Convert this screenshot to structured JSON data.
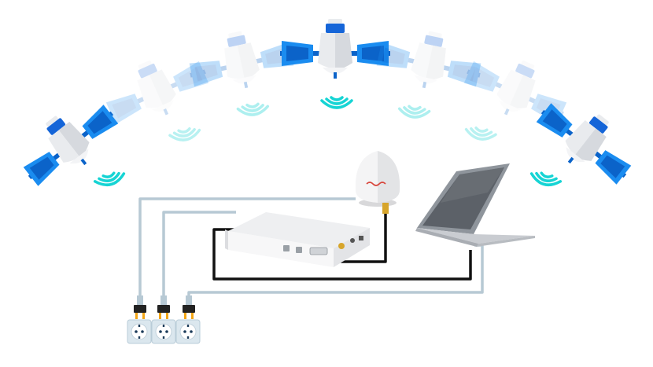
{
  "satellites": [
    {
      "id": "sat-1",
      "opacity": 1.0
    },
    {
      "id": "sat-2",
      "opacity": 0.22
    },
    {
      "id": "sat-3",
      "opacity": 0.28
    },
    {
      "id": "sat-4",
      "opacity": 1.0
    },
    {
      "id": "sat-5",
      "opacity": 0.28
    },
    {
      "id": "sat-6",
      "opacity": 0.22
    },
    {
      "id": "sat-7",
      "opacity": 1.0
    }
  ],
  "colors": {
    "panel_blue": "#1a8cf0",
    "panel_blue_dark": "#0b63c9",
    "body_gray": "#e9ebee",
    "signal_cyan": "#16d4d4",
    "cable_gray": "#b7c9d4",
    "cable_black": "#111111",
    "laptop_silver": "#c9ccd1",
    "outlet_bg": "#dbe7ee"
  },
  "icons": [
    "satellite-icon",
    "antenna-dome-icon",
    "receiver-box-icon",
    "laptop-icon",
    "power-plug-icon",
    "power-outlet-icon",
    "signal-waves-icon"
  ]
}
